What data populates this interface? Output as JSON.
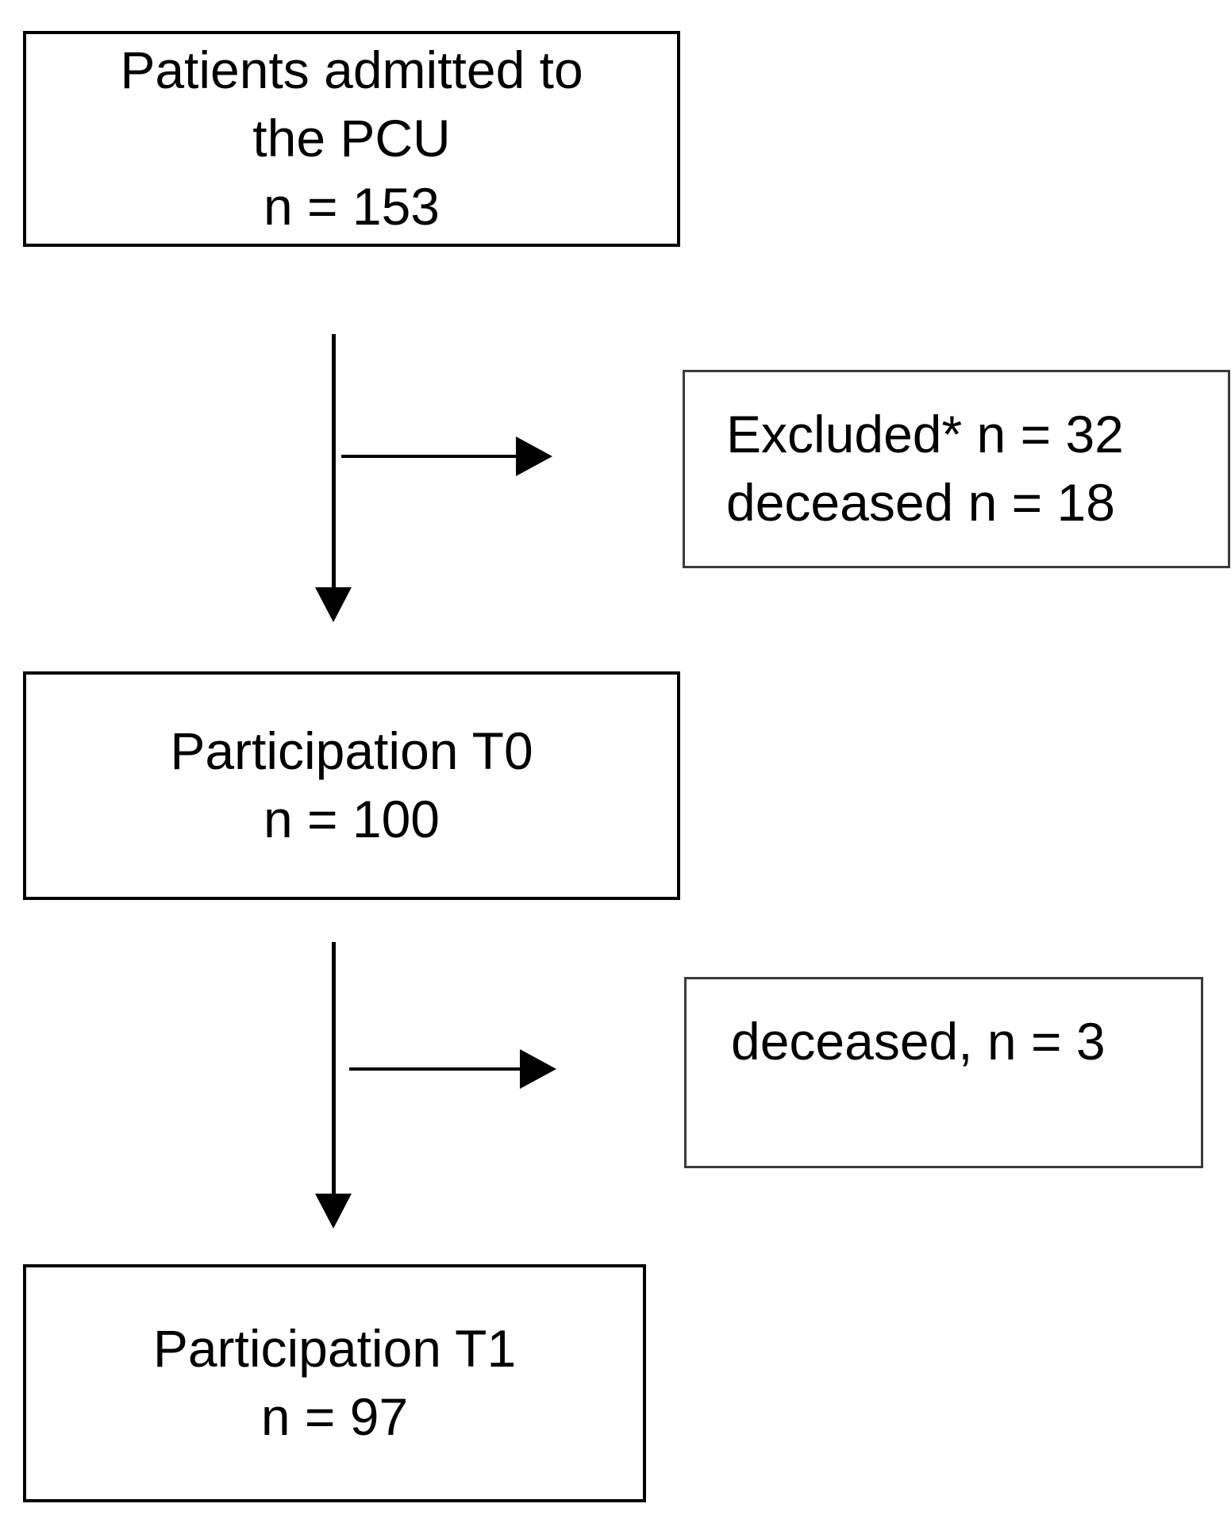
{
  "figure": {
    "type": "flowchart",
    "title": "Patient participation flow diagram",
    "background_color": "#ffffff",
    "line_color": "#000000",
    "text_color": "#000000"
  },
  "nodes": [
    {
      "id": "admitted",
      "name": "patients-admitted-box",
      "lines": [
        "Patients admitted to",
        "the PCU",
        "n = 153"
      ],
      "count_label": "n = 153",
      "count": 153
    },
    {
      "id": "excluded",
      "name": "excluded-box",
      "lines": [
        "Excluded* n = 32",
        "deceased n = 18"
      ],
      "excluded_count": 32,
      "deceased_count": 18
    },
    {
      "id": "participation_t0",
      "name": "participation-t0-box",
      "lines": [
        "Participation T0",
        "n = 100"
      ],
      "count_label": "n = 100",
      "count": 100
    },
    {
      "id": "deceased_t0_t1",
      "name": "deceased-between-box",
      "lines": [
        "deceased, n = 3"
      ],
      "count": 3
    },
    {
      "id": "participation_t1",
      "name": "participation-t1-box",
      "lines": [
        "Participation T1",
        "n = 97"
      ],
      "count_label": "n = 97",
      "count": 97
    }
  ],
  "boxes": {
    "admitted": {
      "line1": "Patients admitted to",
      "line2": "the PCU",
      "line3": "n = 153"
    },
    "excluded": {
      "line1": "Excluded* n = 32",
      "line2": "deceased n = 18"
    },
    "t0": {
      "line1": "Participation T0",
      "line2": "n = 100"
    },
    "deceased3": {
      "line1": "deceased, n = 3"
    },
    "t1": {
      "line1": "Participation T1",
      "line2": "n = 97"
    }
  },
  "edges": [
    {
      "id": "edge-admitted-to-t0",
      "from": "admitted",
      "to": "participation_t0",
      "direction": "down"
    },
    {
      "id": "edge-admitted-to-excluded",
      "from": "admitted",
      "to": "excluded",
      "direction": "right"
    },
    {
      "id": "edge-t0-to-t1",
      "from": "participation_t0",
      "to": "participation_t1",
      "direction": "down"
    },
    {
      "id": "edge-t0-to-deceased",
      "from": "participation_t0",
      "to": "deceased_t0_t1",
      "direction": "right"
    }
  ]
}
